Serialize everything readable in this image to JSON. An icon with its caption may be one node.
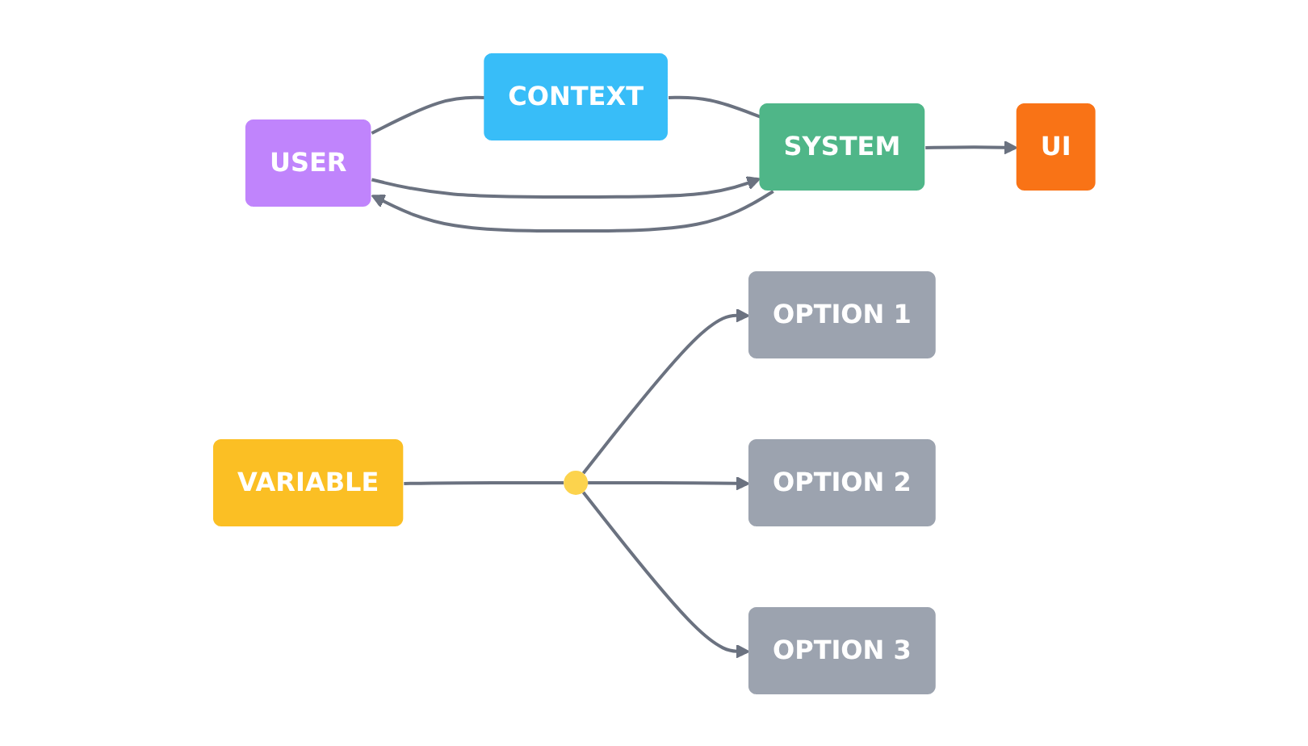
{
  "diagram": {
    "nodes": [
      {
        "text": [
          "USER"
        ]
      },
      {
        "text": [
          "CONTEXT"
        ]
      },
      {
        "text": [
          "SYSTEM"
        ]
      },
      {
        "text": [
          "UI"
        ]
      },
      {
        "text": [
          "VARIABLE"
        ]
      },
      {
        "text": [],
        "shape": "star"
      },
      {
        "text": [
          "OPTION 1"
        ]
      },
      {
        "text": [
          "OPTION 2"
        ]
      },
      {
        "text": [
          "OPTION 3"
        ]
      }
    ],
    "edges": [
      {
        "from": 0,
        "to": 1,
        "arrow": "none"
      },
      {
        "from": 1,
        "to": 2,
        "arrow": "none"
      },
      {
        "from": 0,
        "to": 2,
        "arrow": "to"
      },
      {
        "from": 2,
        "to": 0,
        "arrow": "to"
      },
      {
        "from": 2,
        "to": 3,
        "arrow": "to"
      },
      {
        "from": 4,
        "to": 5,
        "arrow": "none"
      },
      {
        "from": 5,
        "to": 6,
        "arrow": "to"
      },
      {
        "from": 5,
        "to": 7,
        "arrow": "to"
      },
      {
        "from": 5,
        "to": 8,
        "arrow": "to"
      }
    ]
  }
}
